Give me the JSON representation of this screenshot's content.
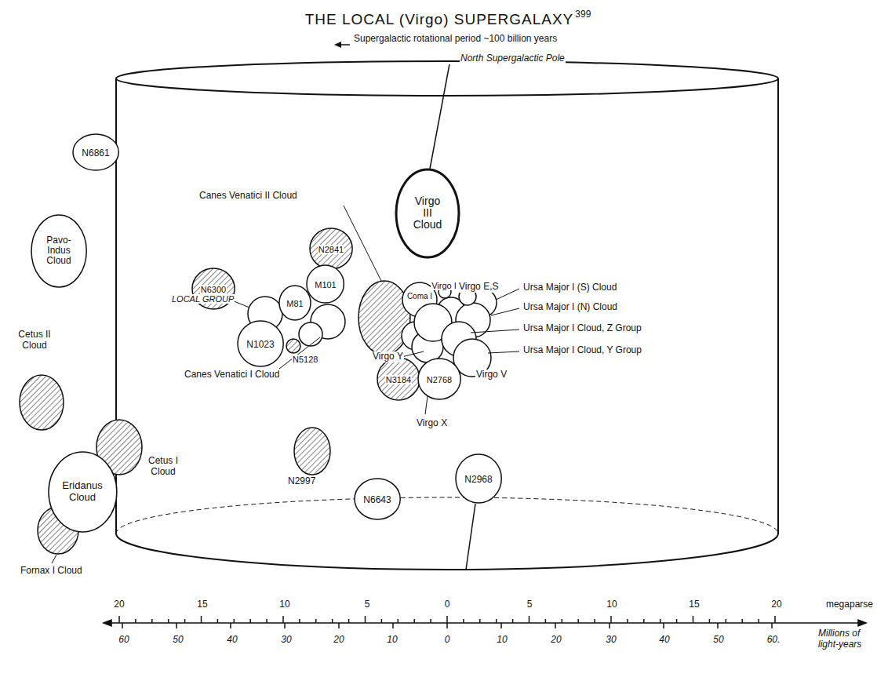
{
  "diagram": {
    "title": "THE LOCAL (Virgo) SUPERGALAXY",
    "nodes": [
      {
        "text": [
          "N6861"
        ]
      },
      {
        "text": [
          "Pavo-Indus Cloud"
        ]
      },
      {
        "text": [
          "Virgo III Cloud"
        ]
      },
      {
        "text": [
          "N2841"
        ]
      },
      {
        "text": [
          "N6300"
        ]
      },
      {
        "text": [
          "M101"
        ]
      },
      {
        "text": [
          "M81"
        ]
      },
      {
        "text": [
          "N1023"
        ]
      },
      {
        "text": [
          "N3184"
        ]
      },
      {
        "text": [
          "N2768"
        ]
      },
      {
        "text": [
          "Eridanus Cloud"
        ]
      },
      {
        "text": [
          "N2968"
        ]
      },
      {
        "text": [
          "N6643"
        ]
      }
    ],
    "labels": [
      "399",
      "Supergalactic rotational period ~100 billion years",
      "North Supergalactic Pole",
      "Canes Venatici II Cloud",
      "Coma I",
      "Virgo I",
      "Virgo E,S",
      "Ursa Major I (S) Cloud",
      "Ursa Major I (N) Cloud",
      "Ursa Major I Cloud, Z Group",
      "Ursa Major I Cloud, Y Group",
      "LOCAL GROUP",
      "Cetus II Cloud",
      "N5128",
      "Canes Venatici I Cloud",
      "Virgo Y",
      "Virgo V",
      "Virgo X",
      "Cetus I Cloud",
      "N2997",
      "Fornax I Cloud",
      "20",
      "15",
      "10",
      "5",
      "0",
      "5",
      "10",
      "15",
      "20",
      "megaparse",
      "60",
      "50",
      "40",
      "30",
      "20",
      "10",
      "0",
      "10",
      "20",
      "30",
      "40",
      "50",
      "60.",
      "Millions of light-years"
    ]
  }
}
